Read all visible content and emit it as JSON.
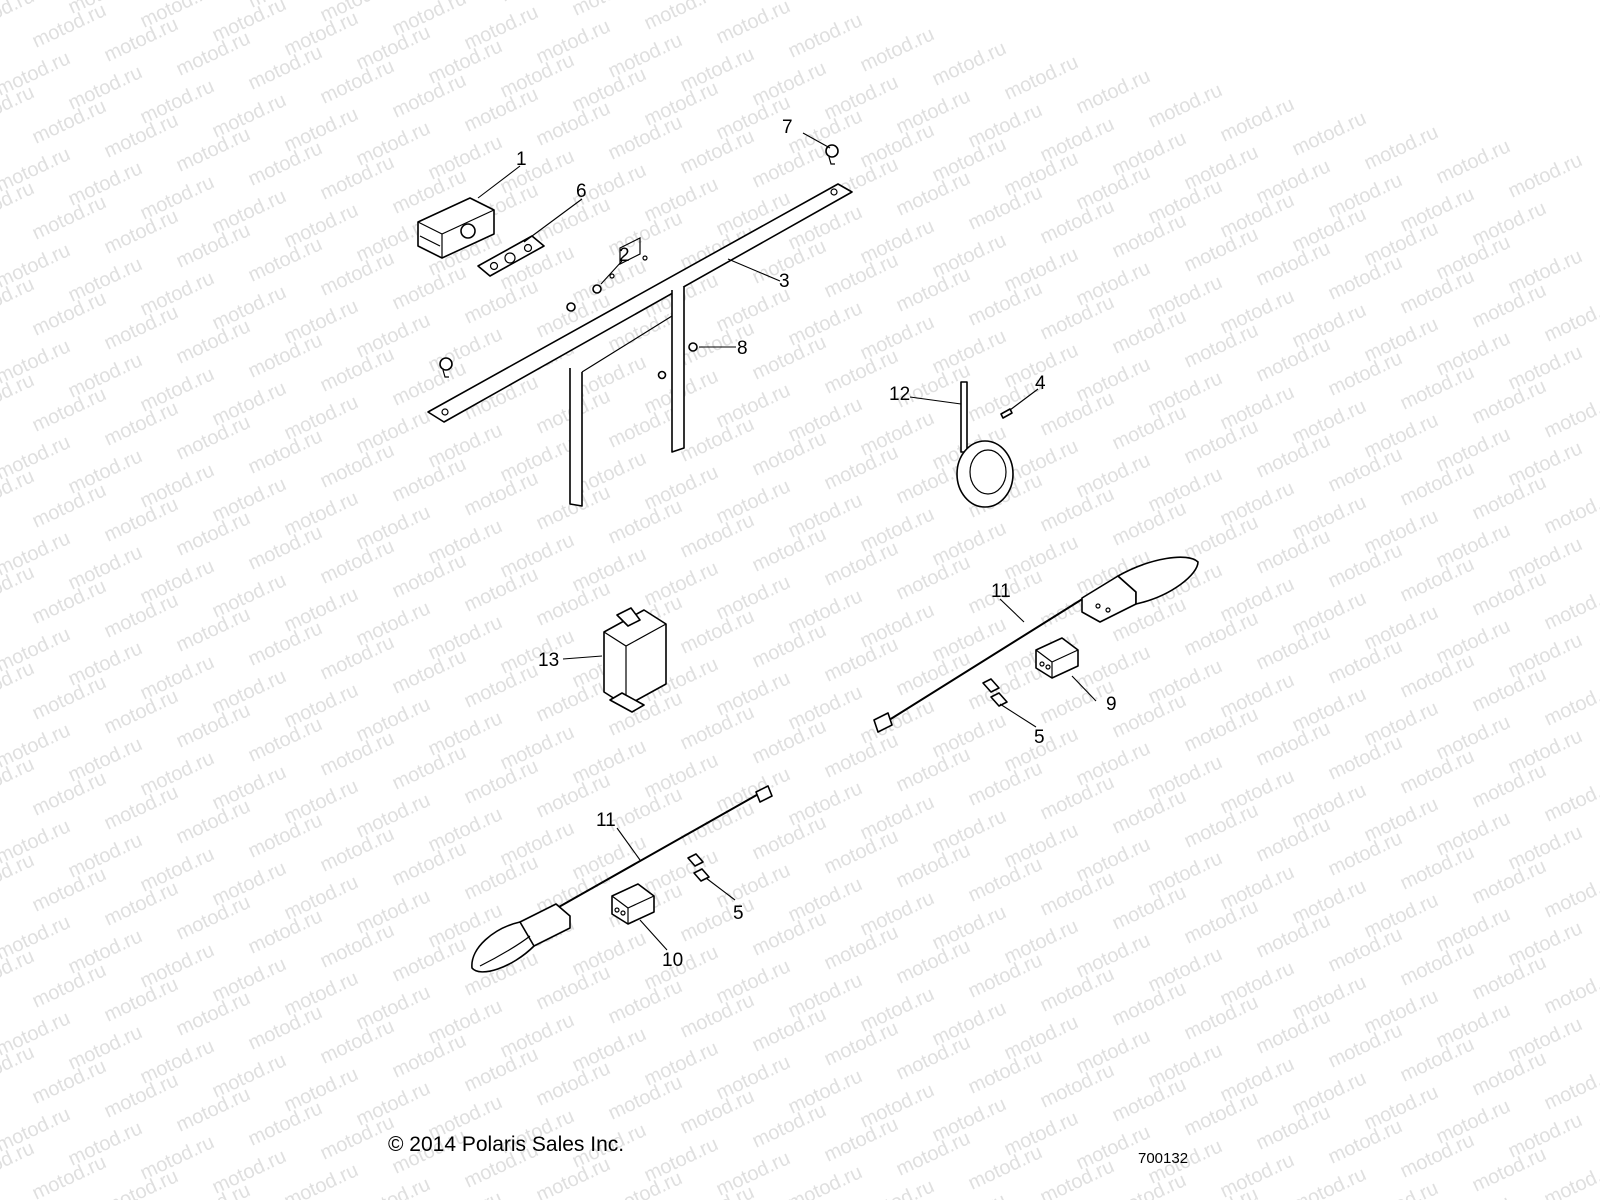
{
  "watermark": "motod.ru",
  "copyright": "© 2014 Polaris Sales Inc.",
  "drawing_number": "700132",
  "callouts": {
    "c1": "1",
    "c2": "2",
    "c3": "3",
    "c4": "4",
    "c5a": "5",
    "c5b": "5",
    "c6": "6",
    "c7": "7",
    "c8": "8",
    "c9": "9",
    "c10": "10",
    "c11a": "11",
    "c11b": "11",
    "c12": "12",
    "c13": "13"
  }
}
